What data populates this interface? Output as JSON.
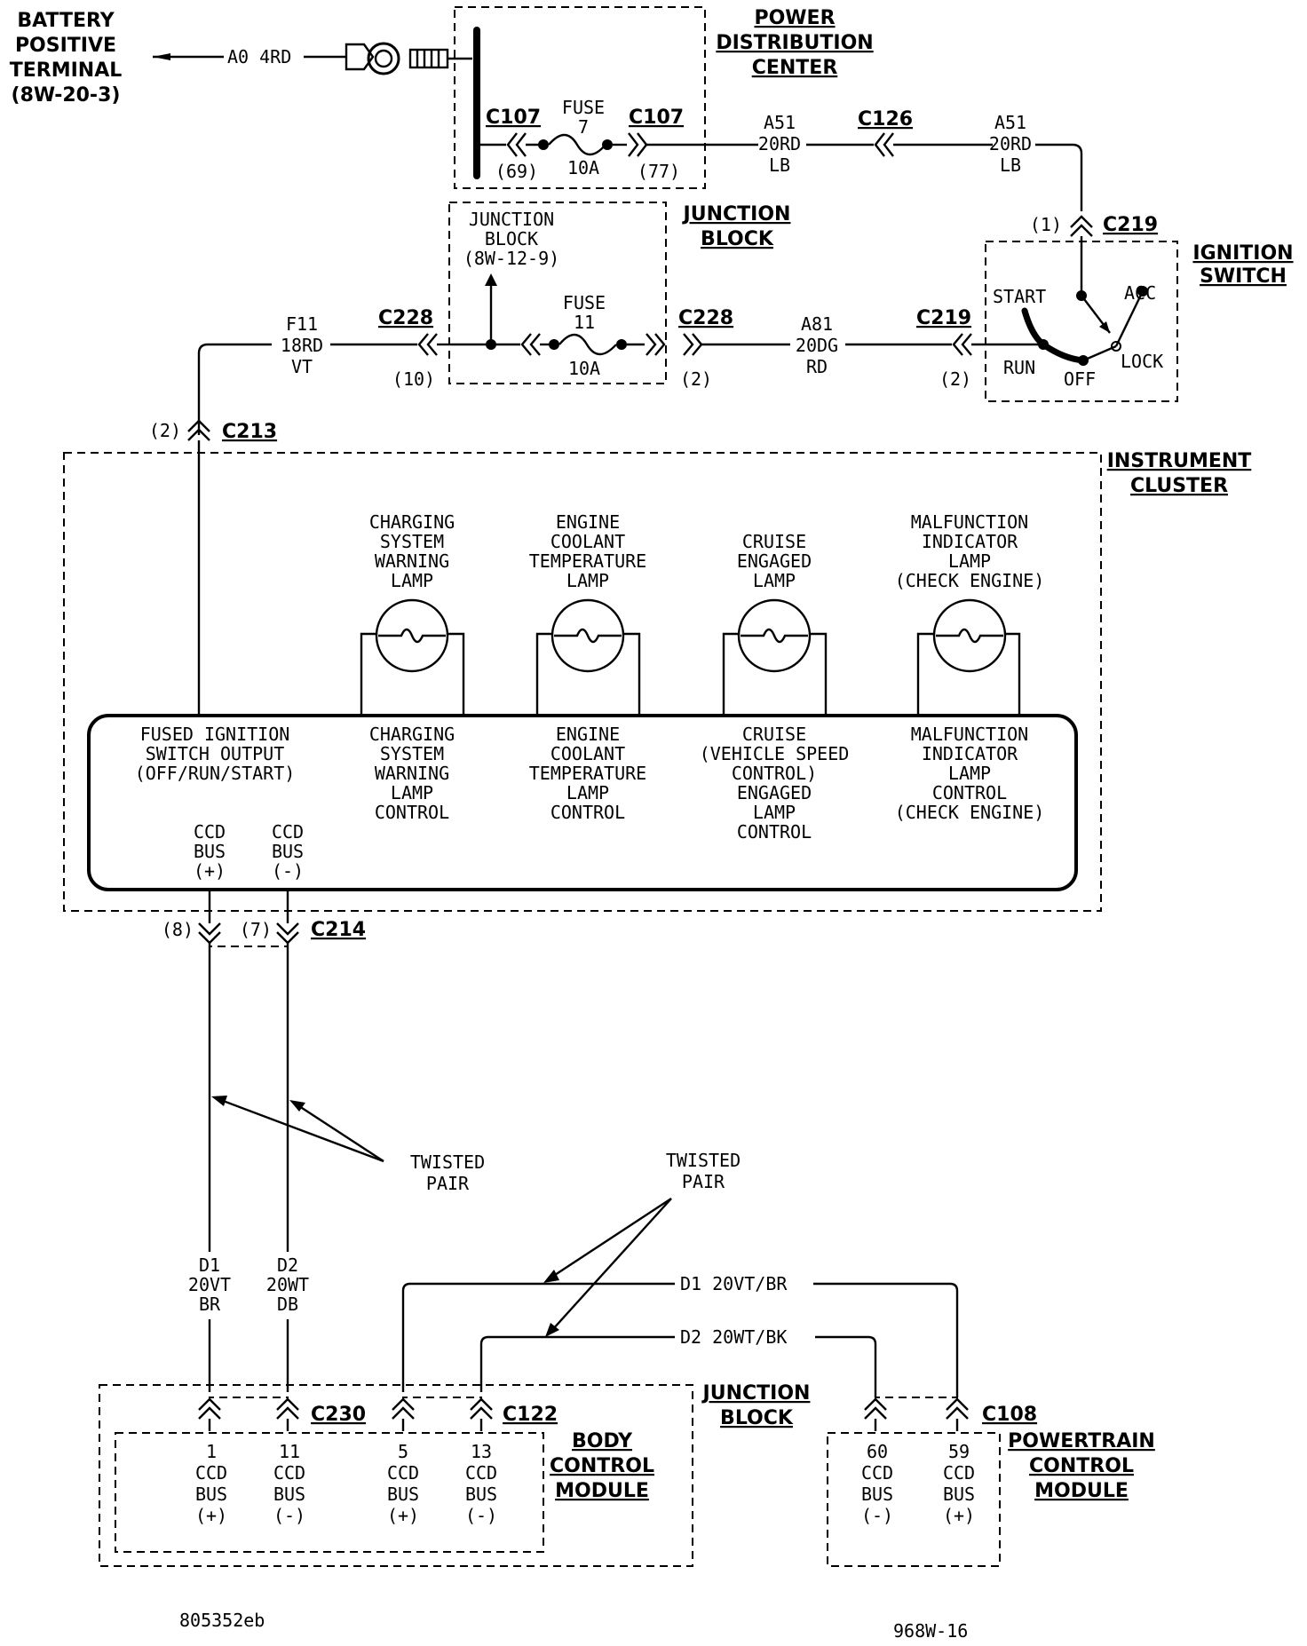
{
  "labels": {
    "battery": [
      "BATTERY",
      "POSITIVE",
      "TERMINAL",
      "(8W-20-3)"
    ],
    "batt_wire": "A0 4RD",
    "pdc_title": [
      "POWER",
      "DISTRIBUTION",
      "CENTER"
    ],
    "c107": "C107",
    "fuse7": [
      "FUSE",
      "7",
      "10A"
    ],
    "pin69": "(69)",
    "pin77": "(77)",
    "a51_left": [
      "A51",
      "20RD",
      "LB"
    ],
    "c126": "C126",
    "a51_right": [
      "A51",
      "20RD",
      "LB"
    ],
    "pin1": "(1)",
    "c219": "C219",
    "ign_title": [
      "IGNITION",
      "SWITCH"
    ],
    "ign_pos": {
      "start": "START",
      "acc": "ACC",
      "run": "RUN",
      "off": "OFF",
      "lock": "LOCK"
    },
    "jb_top_title": [
      "JUNCTION",
      "BLOCK"
    ],
    "jb_inner": [
      "JUNCTION",
      "BLOCK",
      "(8W-12-9)"
    ],
    "fuse11": [
      "FUSE",
      "11",
      "10A"
    ],
    "c228": "C228",
    "pin10": "(10)",
    "pin2": "(2)",
    "f11": [
      "F11",
      "18RD",
      "VT"
    ],
    "a81": [
      "A81",
      "20DG",
      "RD"
    ],
    "c213": "C213",
    "ic_title": [
      "INSTRUMENT",
      "CLUSTER"
    ],
    "lamp1": [
      "CHARGING",
      "SYSTEM",
      "WARNING",
      "LAMP"
    ],
    "lamp2": [
      "ENGINE",
      "COOLANT",
      "TEMPERATURE",
      "LAMP"
    ],
    "lamp3": [
      "CRUISE",
      "ENGAGED",
      "LAMP"
    ],
    "lamp4": [
      "MALFUNCTION",
      "INDICATOR",
      "LAMP",
      "(CHECK ENGINE)"
    ],
    "mod0": [
      "FUSED IGNITION",
      "SWITCH OUTPUT",
      "(OFF/RUN/START)"
    ],
    "mod1": [
      "CHARGING",
      "SYSTEM",
      "WARNING",
      "LAMP",
      "CONTROL"
    ],
    "mod2": [
      "ENGINE",
      "COOLANT",
      "TEMPERATURE",
      "LAMP",
      "CONTROL"
    ],
    "mod3": [
      "CRUISE",
      "(VEHICLE SPEED",
      "CONTROL)",
      "ENGAGED",
      "LAMP",
      "CONTROL"
    ],
    "mod4": [
      "MALFUNCTION",
      "INDICATOR",
      "LAMP",
      "CONTROL",
      "(CHECK ENGINE)"
    ],
    "ccd_pos": [
      "CCD",
      "BUS",
      "(+)"
    ],
    "ccd_neg": [
      "CCD",
      "BUS",
      "(-)"
    ],
    "pin8": "(8)",
    "pin7": "(7)",
    "c214": "C214",
    "twisted1": [
      "TWISTED",
      "PAIR"
    ],
    "twisted2": [
      "TWISTED",
      "PAIR"
    ],
    "d1": [
      "D1",
      "20VT",
      "BR"
    ],
    "d2": [
      "D2",
      "20WT",
      "DB"
    ],
    "d1_h": "D1 20VT/BR",
    "d2_h": "D2 20WT/BK",
    "c230": "C230",
    "c122": "C122",
    "c108": "C108",
    "jb_bottom_title": [
      "JUNCTION",
      "BLOCK"
    ],
    "bcm_title": [
      "BODY",
      "CONTROL",
      "MODULE"
    ],
    "pcm_title": [
      "POWERTRAIN",
      "CONTROL",
      "MODULE"
    ],
    "bcm_pins": [
      [
        "1",
        "CCD",
        "BUS",
        "(+)"
      ],
      [
        "11",
        "CCD",
        "BUS",
        "(-)"
      ],
      [
        "5",
        "CCD",
        "BUS",
        "(+)"
      ],
      [
        "13",
        "CCD",
        "BUS",
        "(-)"
      ]
    ],
    "pcm_pins": [
      [
        "60",
        "CCD",
        "BUS",
        "(-)"
      ],
      [
        "59",
        "CCD",
        "BUS",
        "(+)"
      ]
    ],
    "code_left": "805352eb",
    "code_right": "968W-16"
  }
}
